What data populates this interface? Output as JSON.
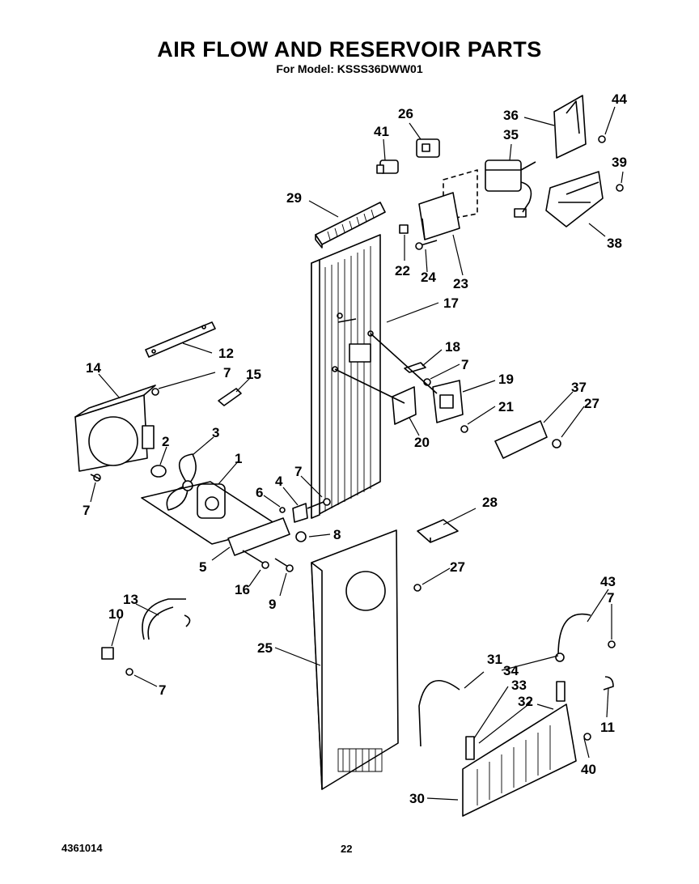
{
  "header": {
    "title": "AIR FLOW AND RESERVOIR PARTS",
    "subtitle": "For Model: KSSS36DWW01"
  },
  "footer": {
    "doc_number": "4361014",
    "page_number": "22"
  },
  "callouts": [
    "1",
    "2",
    "3",
    "4",
    "5",
    "6",
    "7",
    "8",
    "9",
    "10",
    "11",
    "12",
    "13",
    "14",
    "15",
    "16",
    "17",
    "18",
    "19",
    "20",
    "21",
    "22",
    "23",
    "24",
    "25",
    "26",
    "27",
    "28",
    "29",
    "30",
    "31",
    "32",
    "33",
    "34",
    "35",
    "36",
    "37",
    "38",
    "39",
    "40",
    "41",
    "43",
    "44"
  ],
  "colors": {
    "ink": "#000000",
    "paper": "#ffffff"
  }
}
